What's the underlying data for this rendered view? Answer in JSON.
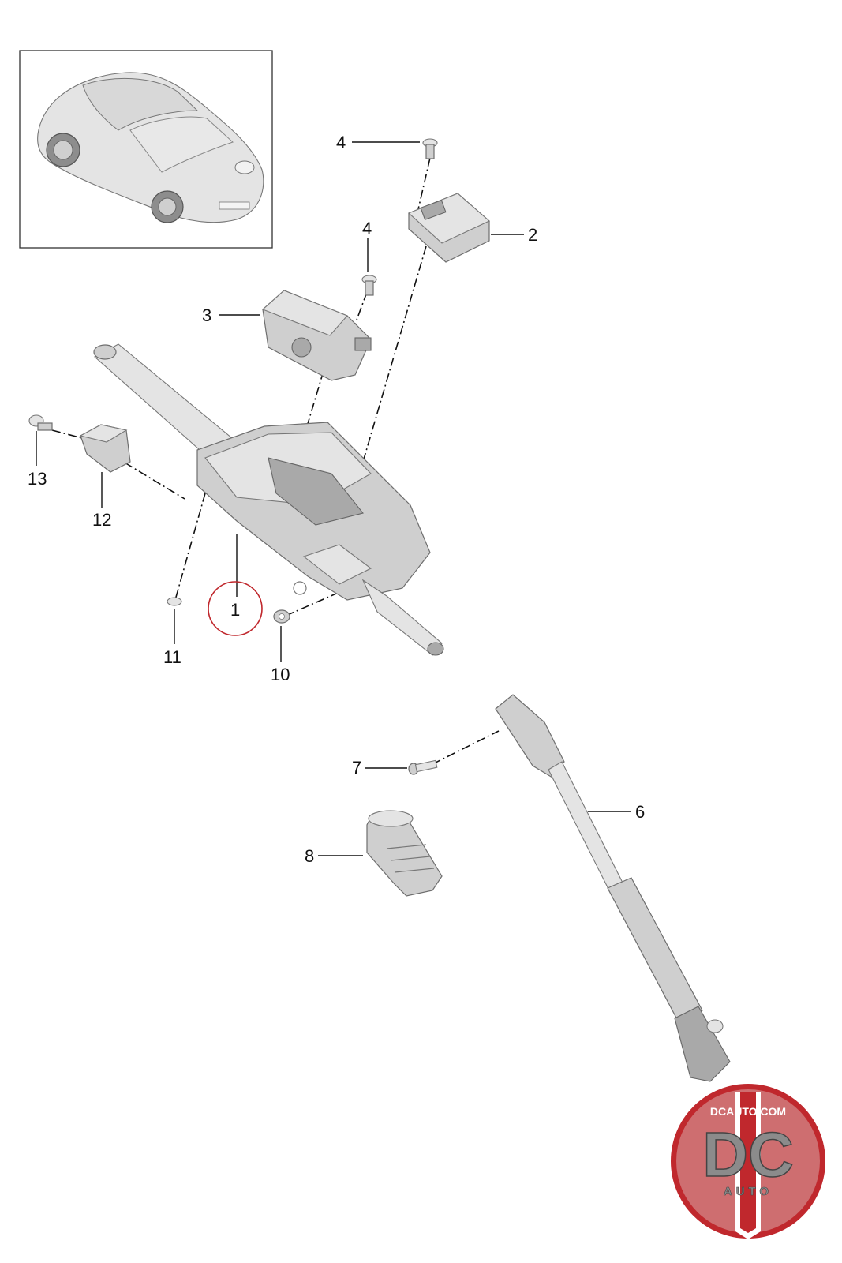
{
  "callouts": [
    {
      "id": "1",
      "label": "1",
      "highlighted": true
    },
    {
      "id": "2",
      "label": "2"
    },
    {
      "id": "3",
      "label": "3"
    },
    {
      "id": "4a",
      "label": "4"
    },
    {
      "id": "4b",
      "label": "4"
    },
    {
      "id": "6",
      "label": "6"
    },
    {
      "id": "7",
      "label": "7"
    },
    {
      "id": "8",
      "label": "8"
    },
    {
      "id": "10",
      "label": "10"
    },
    {
      "id": "11",
      "label": "11"
    },
    {
      "id": "12",
      "label": "12"
    },
    {
      "id": "13",
      "label": "13"
    }
  ],
  "logo": {
    "top_text": "DCAUTO.COM",
    "main_text": "DC",
    "sub_text": "AUTO"
  },
  "colors": {
    "highlight_circle": "#c0282d",
    "logo_red": "#c0282d",
    "part_gray": "#cfcfcf",
    "line": "#111111"
  }
}
